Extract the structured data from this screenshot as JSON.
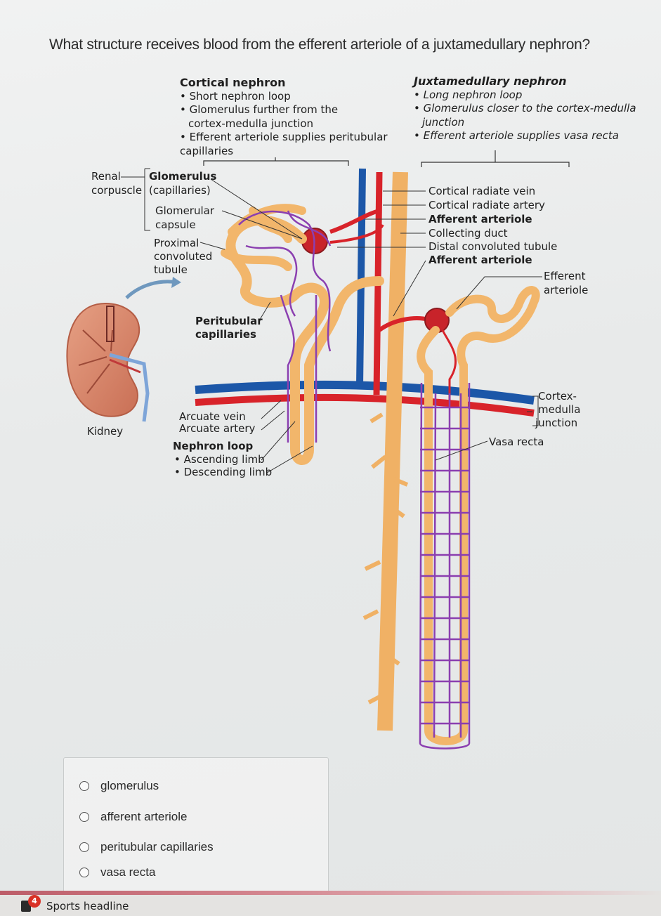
{
  "question": "What structure receives blood from the efferent arteriole of a juxtamedullary nephron?",
  "figure": {
    "cortical": {
      "title": "Cortical nephron",
      "items": [
        "Short nephron loop",
        "Glomerulus further from the",
        "Efferent arteriole supplies peritubular"
      ],
      "cont": [
        "cortex-medulla junction",
        "capillaries"
      ]
    },
    "juxta": {
      "title": "Juxtamedullary nephron",
      "items": [
        "Long nephron loop",
        "Glomerulus closer to the cortex-medulla",
        "Efferent arteriole supplies vasa recta"
      ],
      "cont": [
        "junction"
      ]
    },
    "labels": {
      "renal": "Renal",
      "corpuscle": "corpuscle",
      "glomerulus": "Glomerulus",
      "capillaries": "(capillaries)",
      "glomerular": "Glomerular",
      "capsule": "capsule",
      "proximal": "Proximal",
      "convoluted": "convoluted",
      "tubule": "tubule",
      "peritubular": "Peritubular",
      "peritubular2": "capillaries",
      "kidney": "Kidney",
      "arcuate_vein": "Arcuate vein",
      "arcuate_artery": "Arcuate artery",
      "nephron_loop": "Nephron loop",
      "ascending": "Ascending limb",
      "descending": "Descending limb",
      "cortical_vein": "Cortical radiate vein",
      "cortical_artery": "Cortical radiate artery",
      "afferent1": "Afferent arteriole",
      "collecting": "Collecting duct",
      "distal": "Distal convoluted tubule",
      "afferent2": "Afferent arteriole",
      "efferent1": "Efferent",
      "efferent2": "arteriole",
      "cortex1": "Cortex-",
      "cortex2": "medulla",
      "cortex3": "junction",
      "vasa": "Vasa recta"
    }
  },
  "answers": {
    "options": [
      "glomerulus",
      "afferent arteriole",
      "peritubular capillaries",
      "vasa recta"
    ]
  },
  "taskbar": {
    "badge": "4",
    "news": "Sports headline"
  },
  "colors": {
    "artery": "#d8232a",
    "vein": "#1c57a8",
    "tubule": "#f2b66b",
    "capillary": "#8b3fb0"
  }
}
